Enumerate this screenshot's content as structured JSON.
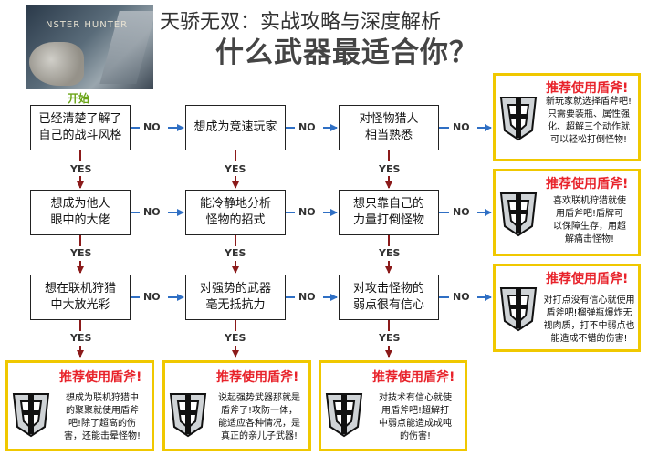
{
  "banner": {
    "logo": "NSTER HUNTER"
  },
  "header": {
    "subtitle": "天骄无双：实战攻略与深度解析",
    "title": "什么武器最适合你？"
  },
  "start_label": "开始",
  "labels": {
    "yes": "YES",
    "no": "NO"
  },
  "questions": [
    [
      "已经清楚了解了\n自己的战斗风格",
      "想成为竞速玩家",
      "对怪物猎人\n相当熟悉"
    ],
    [
      "想成为他人\n眼中的大佬",
      "能冷静地分析\n怪物的招式",
      "想只靠自己的\n力量打倒怪物"
    ],
    [
      "想在联机狩猎\n中大放光彩",
      "对强势的武器\n毫无抵抗力",
      "对攻击怪物的\n弱点很有信心"
    ]
  ],
  "recommend_title": "推荐使用盾斧!",
  "right_recs": [
    "新玩家就选择盾斧吧!\n只需要装瓶、属性强\n化、超解三个动作就\n可以轻松打倒怪物!",
    "喜欢联机狩猎就使\n用盾斧吧!盾牌可\n以保障生存，用超\n解痛击怪物!",
    "对打点没有信心就使用\n盾斧吧!榴弹瓶爆炸无\n视肉质，打不中弱点也\n能造成不错的伤害!"
  ],
  "bottom_recs": [
    "想成为联机狩猎中\n的聚聚就使用盾斧\n吧!除了超高的伤\n害，还能击晕怪物!",
    "说起强势武器那就是\n盾斧了!攻防一体，\n能适应各种情况，是\n真正的亲儿子武器!",
    "对技术有信心就使\n用盾斧吧!超解打\n中弱点能造成成吨\n的伤害!"
  ],
  "colors": {
    "arrow_no": "#2f6fc4",
    "arrow_yes": "#8b1a1a",
    "accent_red": "#e8232b",
    "border_yellow": "#f0c800",
    "start_green": "#6ba518"
  }
}
